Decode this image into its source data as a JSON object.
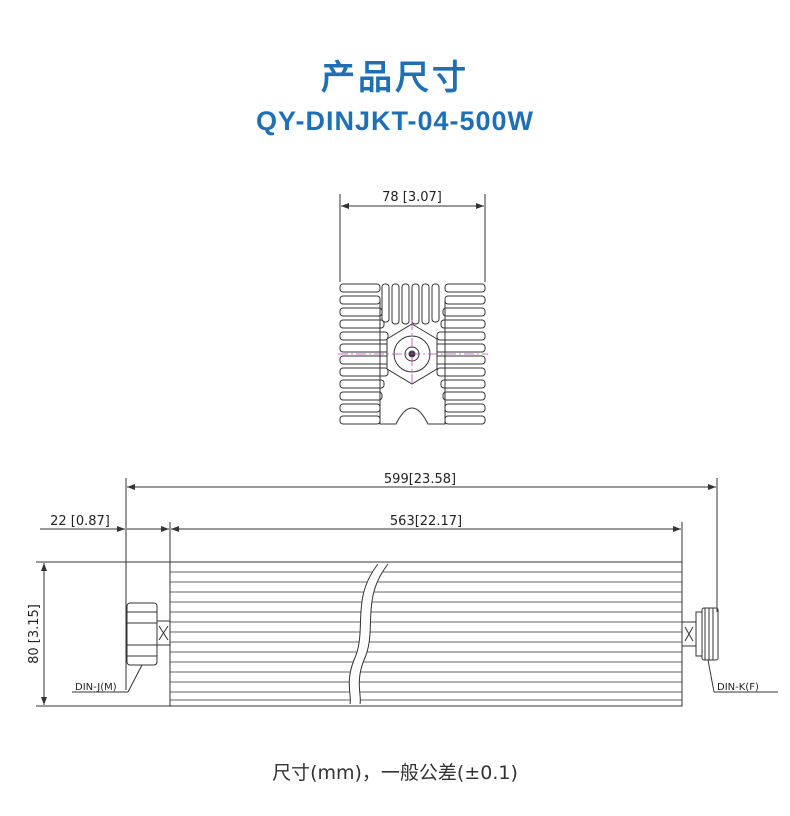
{
  "header": {
    "title": "产品尺寸",
    "model": "QY-DINJKT-04-500W"
  },
  "drawing": {
    "end_width_label": "78 [3.07]",
    "total_length_label": "599[23.58]",
    "connector_length_label": "22 [0.87]",
    "body_length_label": "563[22.17]",
    "height_label": "80 [3.15]",
    "left_connector_label": "DIN-J(M)",
    "right_connector_label": "DIN-K(F)"
  },
  "footer": {
    "note": "尺寸(mm)，一般公差(±0.1)"
  }
}
